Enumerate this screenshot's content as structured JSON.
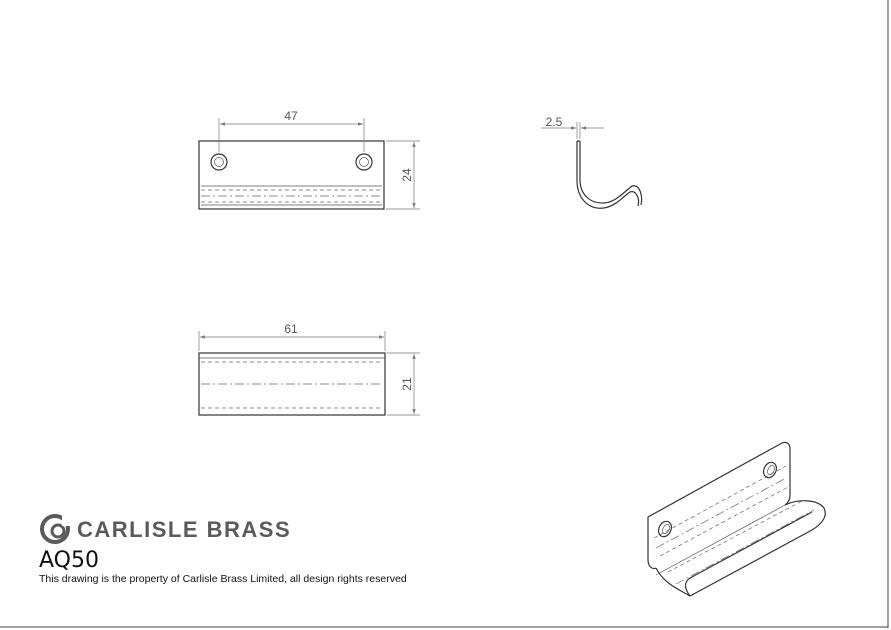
{
  "drawing": {
    "dimensions": {
      "hole_spacing": "47",
      "front_height": "24",
      "thickness": "2.5",
      "length": "61",
      "top_height": "21"
    }
  },
  "title_block": {
    "brand": "CARLISLE BRASS",
    "product_code": "AQ50",
    "notice": "This drawing is the property of Carlisle Brass Limited, all design rights reserved"
  },
  "icons": {
    "logo": "carlisle-brass-logo-icon"
  },
  "colors": {
    "line": "#333333",
    "dimension": "#777777",
    "brand_text": "#5a5a5a"
  }
}
